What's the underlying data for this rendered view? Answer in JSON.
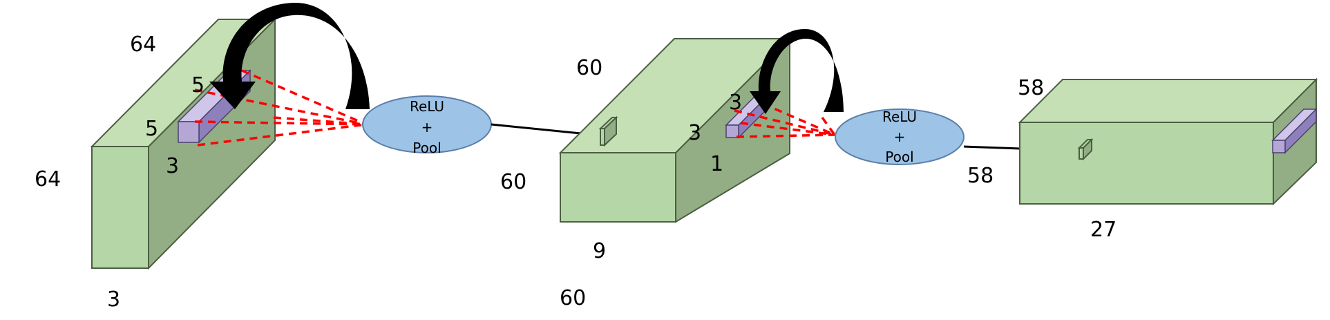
{
  "block1": {
    "labels": {
      "depth_top": "64",
      "height_left": "64",
      "width_bottom": "3"
    },
    "kernel": {
      "label_top": "5",
      "label_mid": "5",
      "label_bottom": "3"
    }
  },
  "op1": {
    "line1": "ReLU",
    "line2": "+",
    "line3": "Pool"
  },
  "block2": {
    "labels": {
      "depth_top": "60",
      "height_left": "60",
      "width_bottom": "60",
      "front_bottom": "9"
    },
    "kernel": {
      "label_top": "3",
      "label_mid": "3",
      "label_bottom": "1"
    }
  },
  "op2": {
    "line1": "ReLU",
    "line2": "+",
    "line3": "Pool"
  },
  "block3": {
    "labels": {
      "depth_top": "58",
      "height_left": "58",
      "width_bottom": "27"
    }
  },
  "colors": {
    "block_front": "#b5d6a7",
    "block_top": "#c5e0b4",
    "block_side": "#93ae84",
    "block_edge": "#4a5e42",
    "kernel_front": "#b4a7d6",
    "kernel_top": "#cfc6ea",
    "kernel_side": "#8e80bb",
    "ellipse_fill": "#9dc3e6",
    "ellipse_edge": "#5b7ea8",
    "dash": "#ff0000",
    "arrow": "#000000"
  }
}
